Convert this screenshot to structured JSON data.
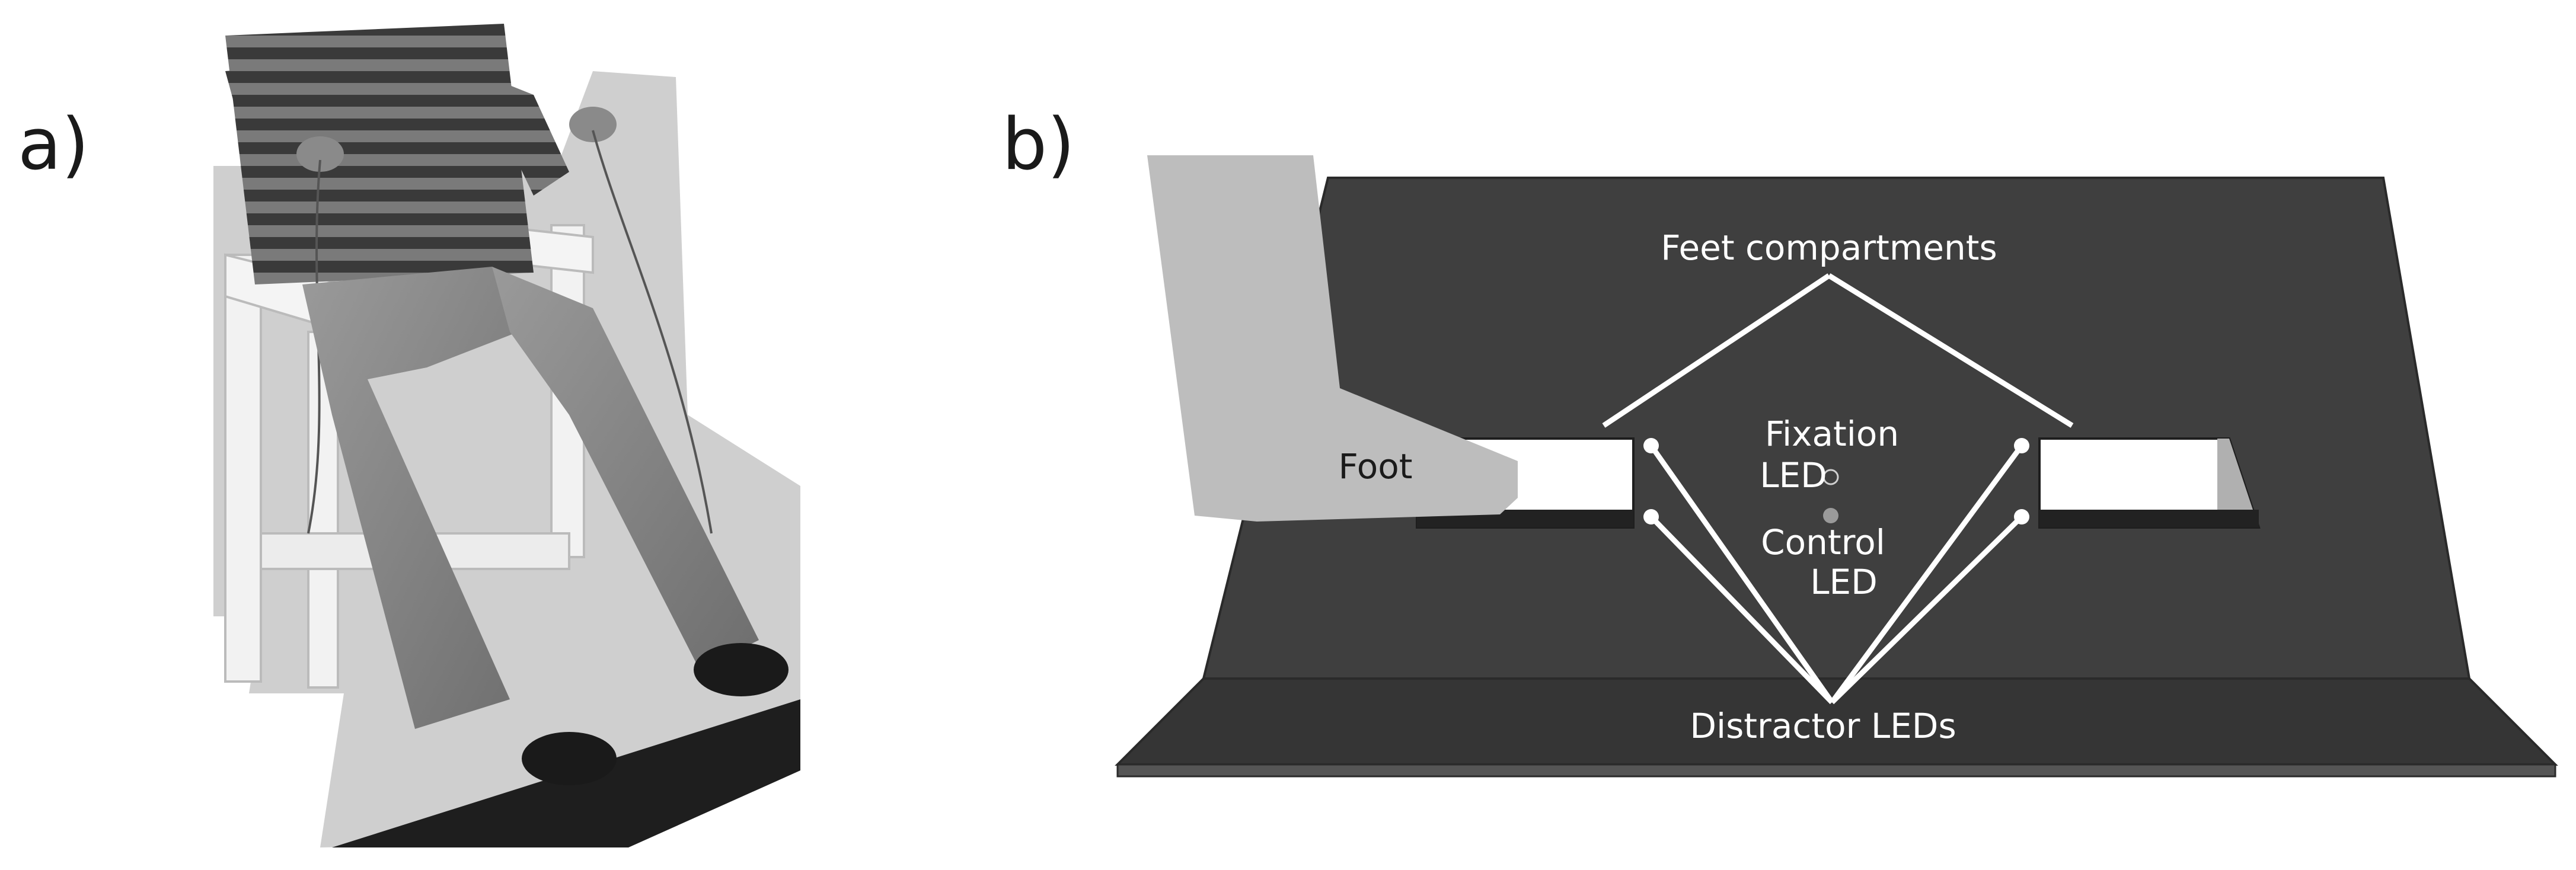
{
  "panels": {
    "a": {
      "label": "a)"
    },
    "b": {
      "label": "b)"
    }
  },
  "diagram": {
    "feet_compartments": "Feet compartments",
    "foot": "Foot",
    "fixation_led_line1": "Fixation",
    "fixation_led_line2": "LED",
    "control_led_line1": "Control",
    "control_led_line2": "LED",
    "distractor_leds": "Distractor LEDs"
  },
  "colors": {
    "board": "#3f3f3f",
    "board_front": "#353535",
    "foot": "#bdbdbd",
    "compartment": "#ffffff",
    "lines": "#ffffff",
    "text": "#ffffff"
  }
}
